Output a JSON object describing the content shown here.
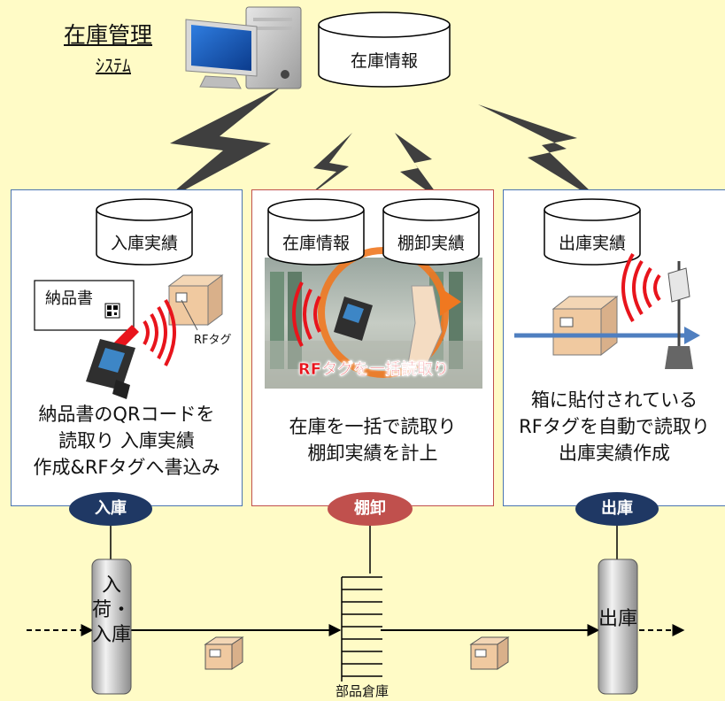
{
  "system": {
    "line1": "在庫管理",
    "line2": "ｼｽﾃﾑ",
    "db_label": "在庫情報"
  },
  "panels": {
    "receiving": {
      "db_label": "入庫実績",
      "doc_label": "納品書",
      "tag_label": "RFタグ",
      "description": "納品書のQRコードを\n読取り 入庫実績\n作成&RFタグへ書込み"
    },
    "inventory": {
      "db_labels": [
        "在庫情報",
        "棚卸実績"
      ],
      "photo_caption": "RFタグを一括読取り",
      "description": "在庫を一括で読取り\n棚卸実績を計上"
    },
    "shipping": {
      "db_label": "出庫実績",
      "description": "箱に貼付されている\nRFタグを自動で読取り\n出庫実績作成"
    }
  },
  "stages": [
    {
      "label": "入庫",
      "color": "#1f3864"
    },
    {
      "label": "棚卸",
      "color": "#c0504d"
    },
    {
      "label": "出庫",
      "color": "#1f3864"
    }
  ],
  "flow": {
    "receiving_box": "入荷・入庫",
    "warehouse_label": "部品倉庫",
    "shipping_box": "出庫"
  },
  "colors": {
    "background": "#fffbc6",
    "panel_border_blue": "#4a74b0",
    "panel_border_red": "#c0504d",
    "rf_wave": "#e8141c",
    "orange": "#f07820"
  }
}
